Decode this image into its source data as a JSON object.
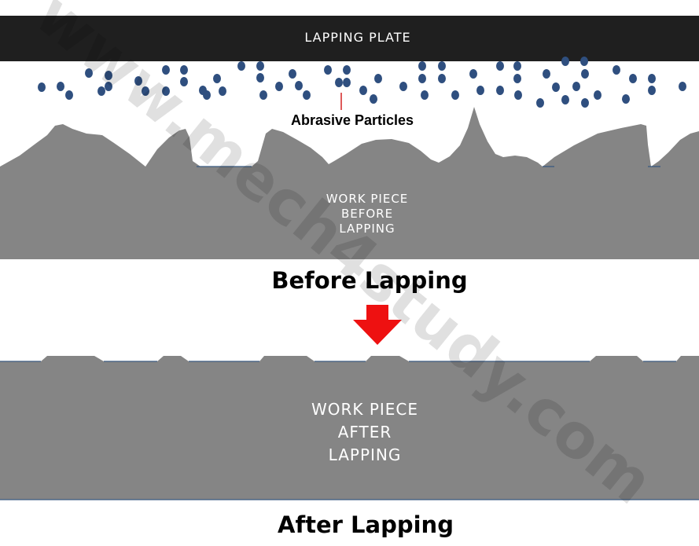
{
  "plate_label": "LAPPING PLATE",
  "abrasive_label": "Abrasive Particles",
  "before_workpiece_lines": [
    "WORK PIECE",
    "BEFORE",
    "LAPPING"
  ],
  "before_caption": "Before Lapping",
  "after_workpiece_lines": [
    "WORK PIECE",
    "AFTER",
    "LAPPING"
  ],
  "after_caption": "After Lapping",
  "watermark": "www.mech4study.com",
  "colors": {
    "plate": "#1f1f1f",
    "workpiece": "#858585",
    "particle": "#2f4f7f",
    "arrow": "#ee1111",
    "edge_line": "#3a5a80",
    "label_text": "#ffffff",
    "leader_line": "#cc0000"
  }
}
